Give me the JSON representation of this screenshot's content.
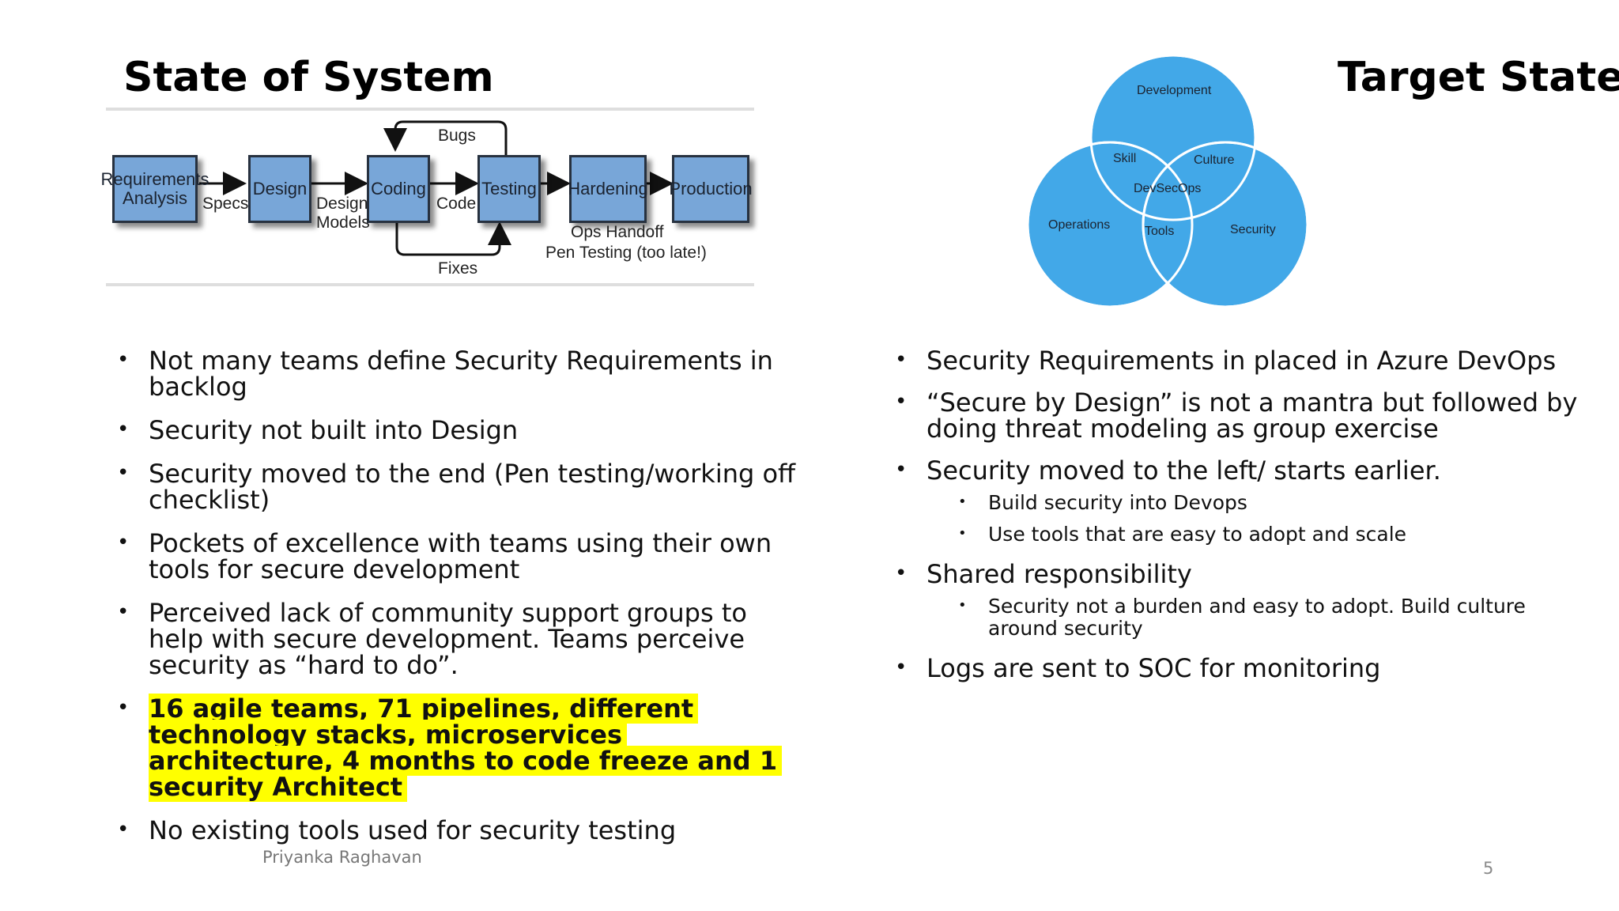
{
  "slide": {
    "title_left": "State of System",
    "title_right": "Target State",
    "author": "Priyanka Raghavan",
    "page_number": "5"
  },
  "flow": {
    "stages": [
      "Requirements Analysis",
      "Design",
      "Coding",
      "Testing",
      "Hardening",
      "Production"
    ],
    "labels": {
      "specs": "Specs",
      "design_models": "Design Models",
      "code": "Code",
      "bugs": "Bugs",
      "fixes": "Fixes",
      "ops_handoff": "Ops Handoff",
      "pen_testing": "Pen Testing (too late!)"
    },
    "box_color": "#78a6d8"
  },
  "venn": {
    "circles": [
      "Development",
      "Operations",
      "Security"
    ],
    "overlaps": [
      "Skill",
      "Culture",
      "Tools"
    ],
    "center": "DevSecOps",
    "circle_color": "#42a8e8"
  },
  "left_bullets": [
    "Not many teams define Security Requirements in backlog",
    "Security not built into Design",
    "Security moved to the end (Pen testing/working off checklist)",
    "Pockets of excellence with teams using their own tools for secure development",
    "Perceived lack of community support groups to help with secure development. Teams perceive security as “hard to do”.",
    "16 agile teams, 71 pipelines, different technology stacks, microservices architecture, 4 months to code freeze and 1 security Architect",
    "No existing tools used for security testing"
  ],
  "highlight_color": "#ffff00",
  "right_bullets": [
    {
      "text": "Security Requirements in placed in Azure DevOps",
      "sub": []
    },
    {
      "text": "“Secure by Design” is not a mantra but followed by doing threat modeling as group exercise",
      "sub": []
    },
    {
      "text": "Security moved to the left/ starts earlier.",
      "sub": [
        "Build security into Devops",
        "Use tools that are easy to adopt and scale"
      ]
    },
    {
      "text": "Shared responsibility",
      "sub": [
        "Security not a burden and easy to adopt. Build culture around security"
      ]
    },
    {
      "text": "Logs are sent to SOC for monitoring",
      "sub": []
    }
  ]
}
